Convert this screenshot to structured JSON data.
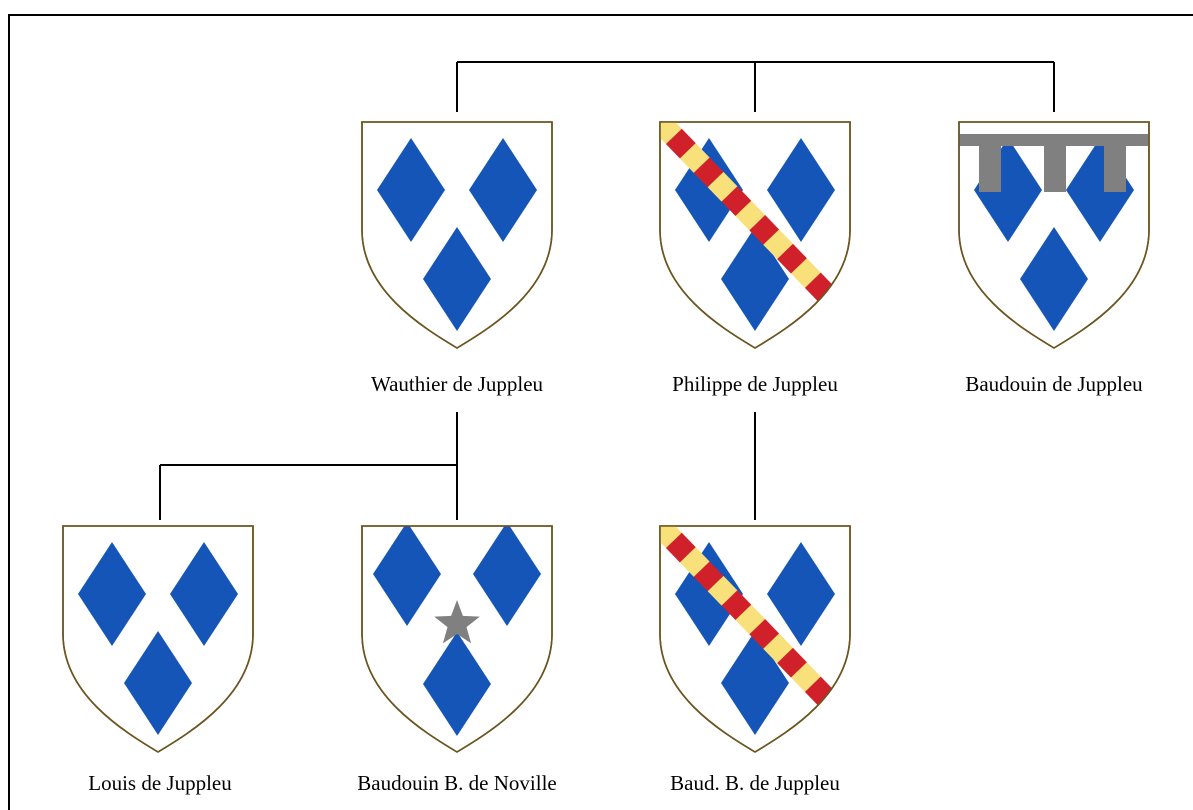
{
  "colors": {
    "azure": "#1655b8",
    "gules": "#d0202a",
    "or": "#f8e07a",
    "argent": "#ffffff",
    "charge_grey": "#808080",
    "shield_border": "#6b5520"
  },
  "people": [
    {
      "id": "wauthier",
      "name": "Wauthier de Juppleu",
      "arms": "three-lozenges"
    },
    {
      "id": "philippe",
      "name": "Philippe de Juppleu",
      "arms": "three-lozenges-bend"
    },
    {
      "id": "baudouin",
      "name": "Baudouin de Juppleu",
      "arms": "three-lozenges-label"
    },
    {
      "id": "louis",
      "name": "Louis de Juppleu",
      "arms": "three-lozenges"
    },
    {
      "id": "baudouin-noville",
      "name": "Baudouin B. de Noville",
      "arms": "three-lozenges-star"
    },
    {
      "id": "baud-juppleu",
      "name": "Baud. B. de Juppleu",
      "arms": "three-lozenges-bend"
    }
  ],
  "relations": [
    {
      "parent": null,
      "children": [
        "wauthier",
        "philippe",
        "baudouin"
      ]
    },
    {
      "parent": "wauthier",
      "children": [
        "louis",
        "baudouin-noville"
      ]
    },
    {
      "parent": "philippe",
      "children": [
        "baud-juppleu"
      ]
    }
  ]
}
